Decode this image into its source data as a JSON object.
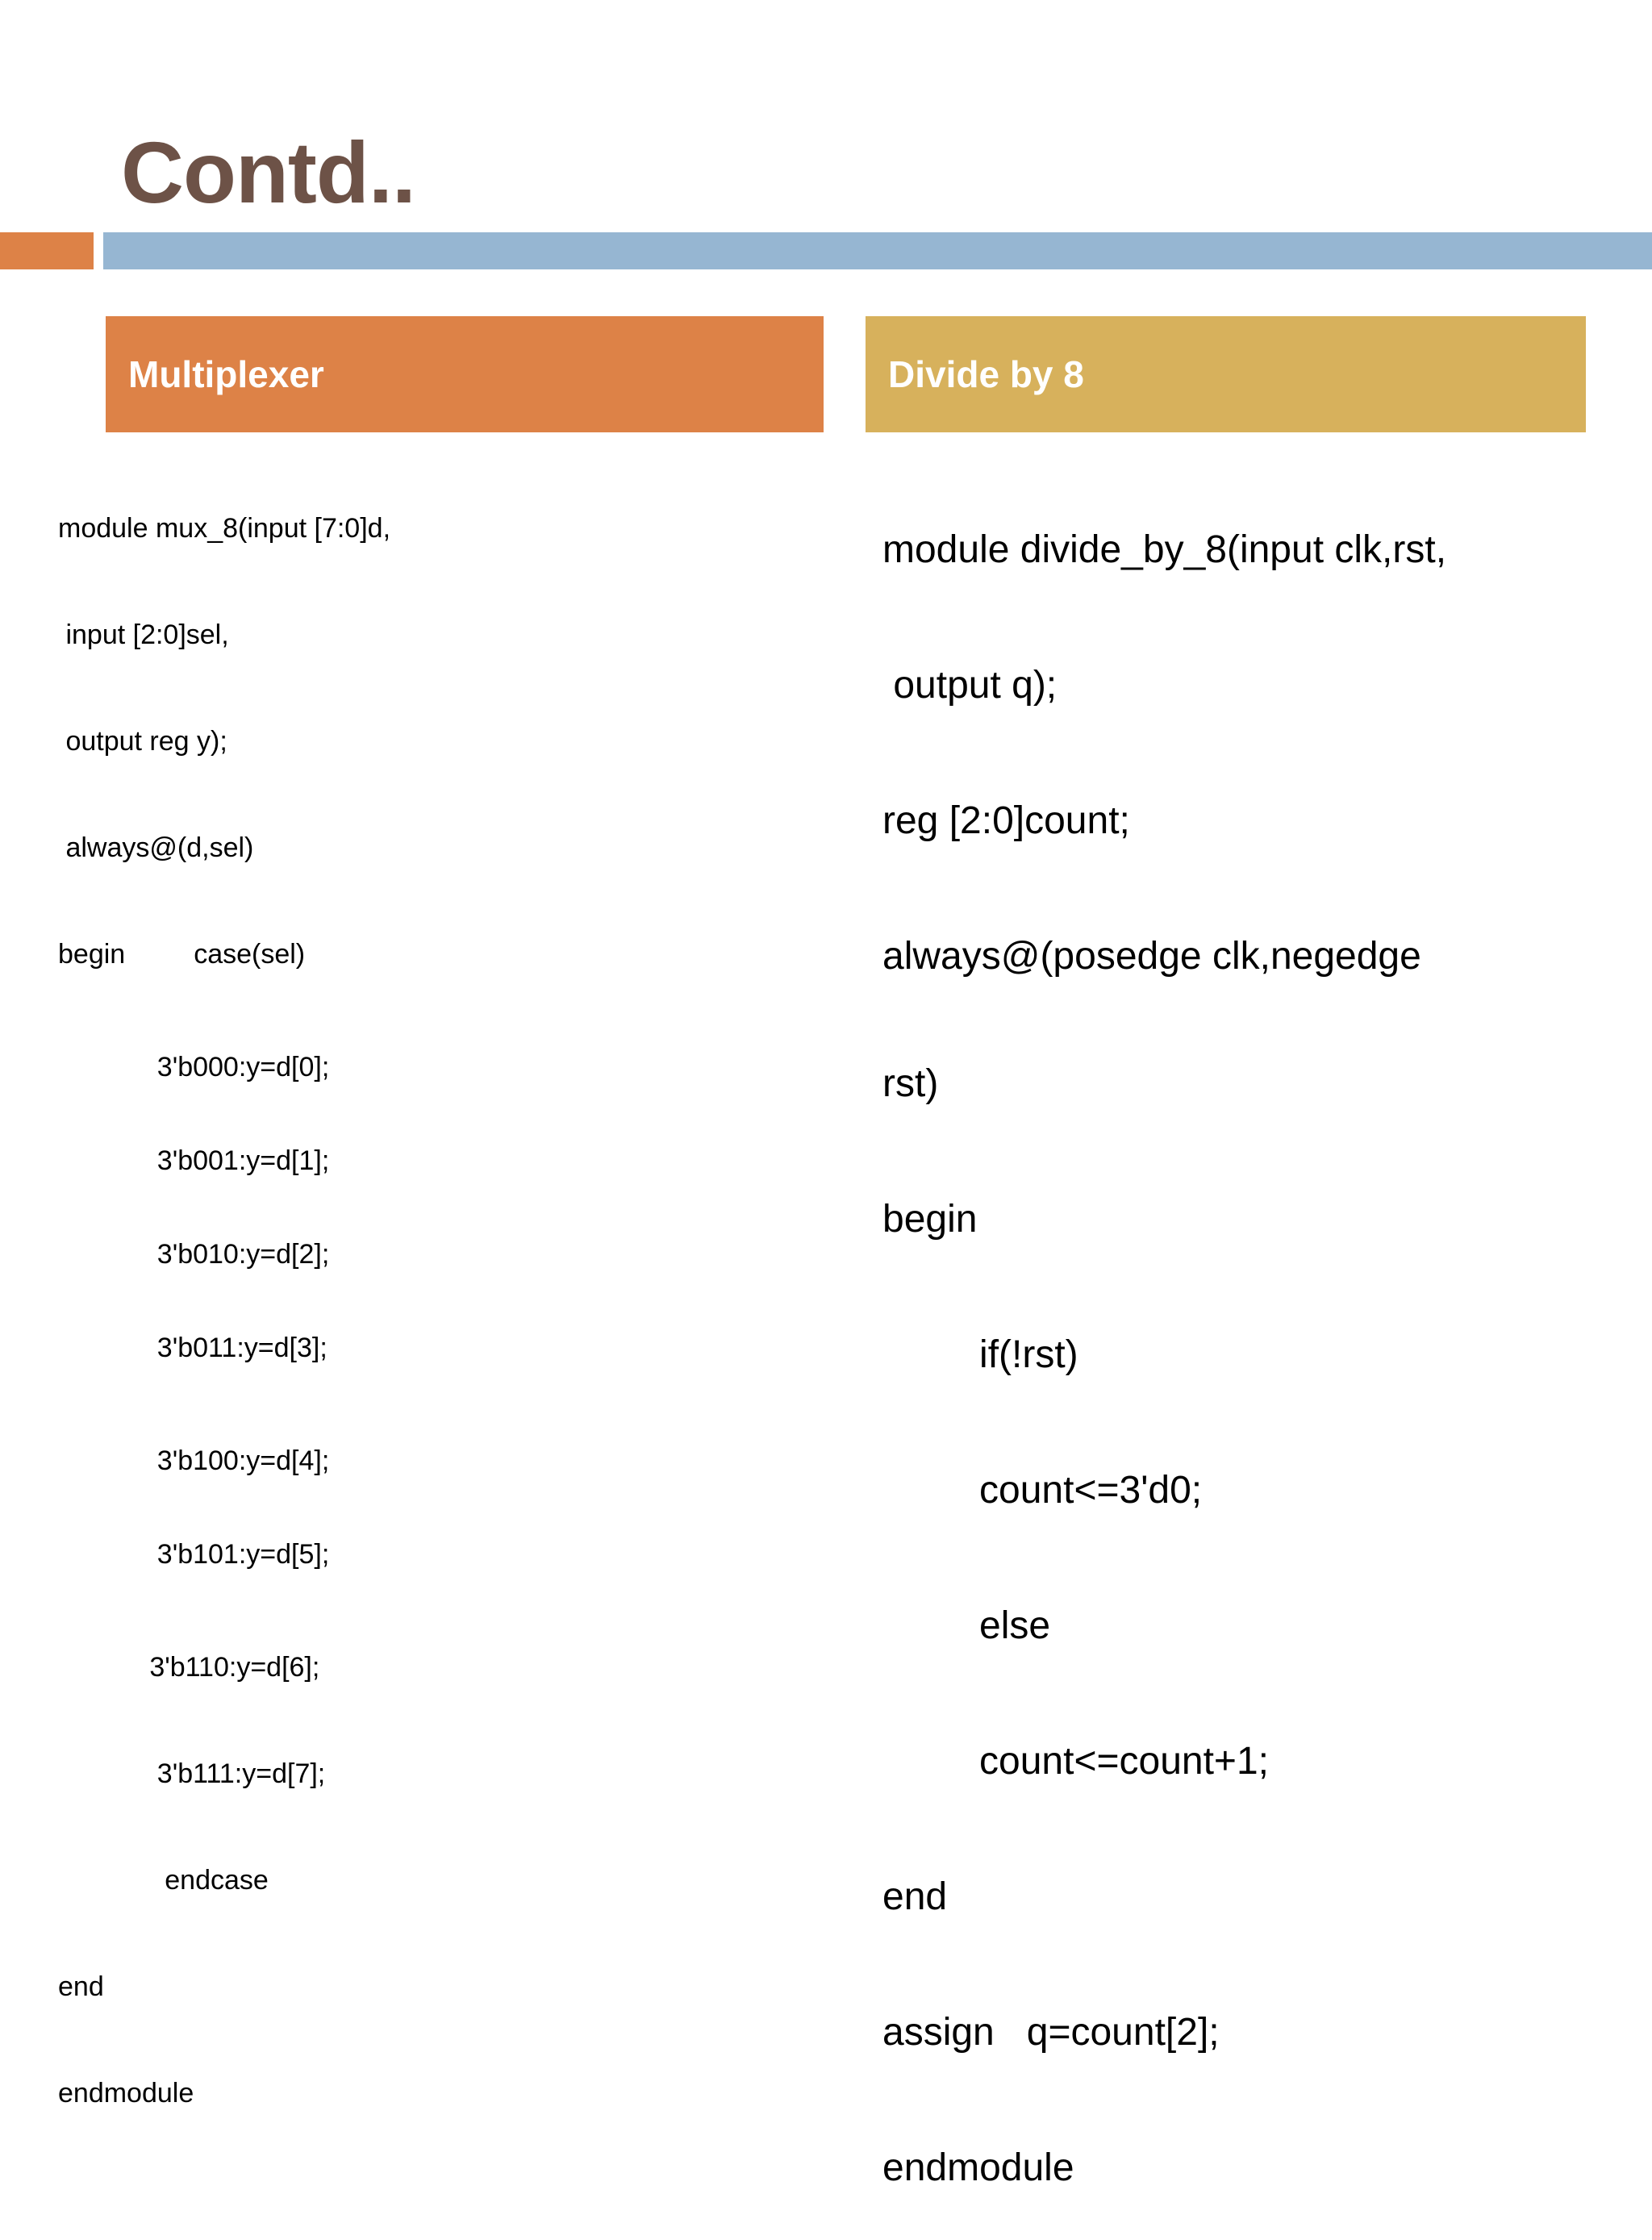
{
  "slide": {
    "title": "Contd..",
    "title_color": "#6D5247",
    "accent_orange": "#DD8247",
    "accent_blue": "#96B6D2",
    "accent_gold": "#D7B15C"
  },
  "columns": {
    "left": {
      "header": "Multiplexer",
      "header_bg": "#DD8247",
      "code_lines": [
        "module mux_8(input [7:0]d,",
        " input [2:0]sel,",
        " output reg y);",
        " always@(d,sel)",
        "begin         case(sel)",
        "             3'b000:y=d[0];",
        "             3'b001:y=d[1];",
        "             3'b010:y=d[2];",
        "             3'b011:y=d[3];",
        "             3'b100:y=d[4];",
        "             3'b101:y=d[5];",
        "            3'b110:y=d[6];",
        "             3'b111:y=d[7];",
        "              endcase",
        "end",
        "endmodule"
      ]
    },
    "right": {
      "header": "Divide by 8",
      "header_bg": "#D7B15C",
      "code_lines": [
        "module divide_by_8(input clk,rst,",
        " output q);",
        "reg [2:0]count;",
        "always@(posedge clk,negedge",
        "rst)",
        "begin",
        "         if(!rst)",
        "         count<=3'd0;",
        "         else",
        "         count<=count+1;",
        "end",
        "assign   q=count[2];",
        "endmodule"
      ]
    }
  }
}
